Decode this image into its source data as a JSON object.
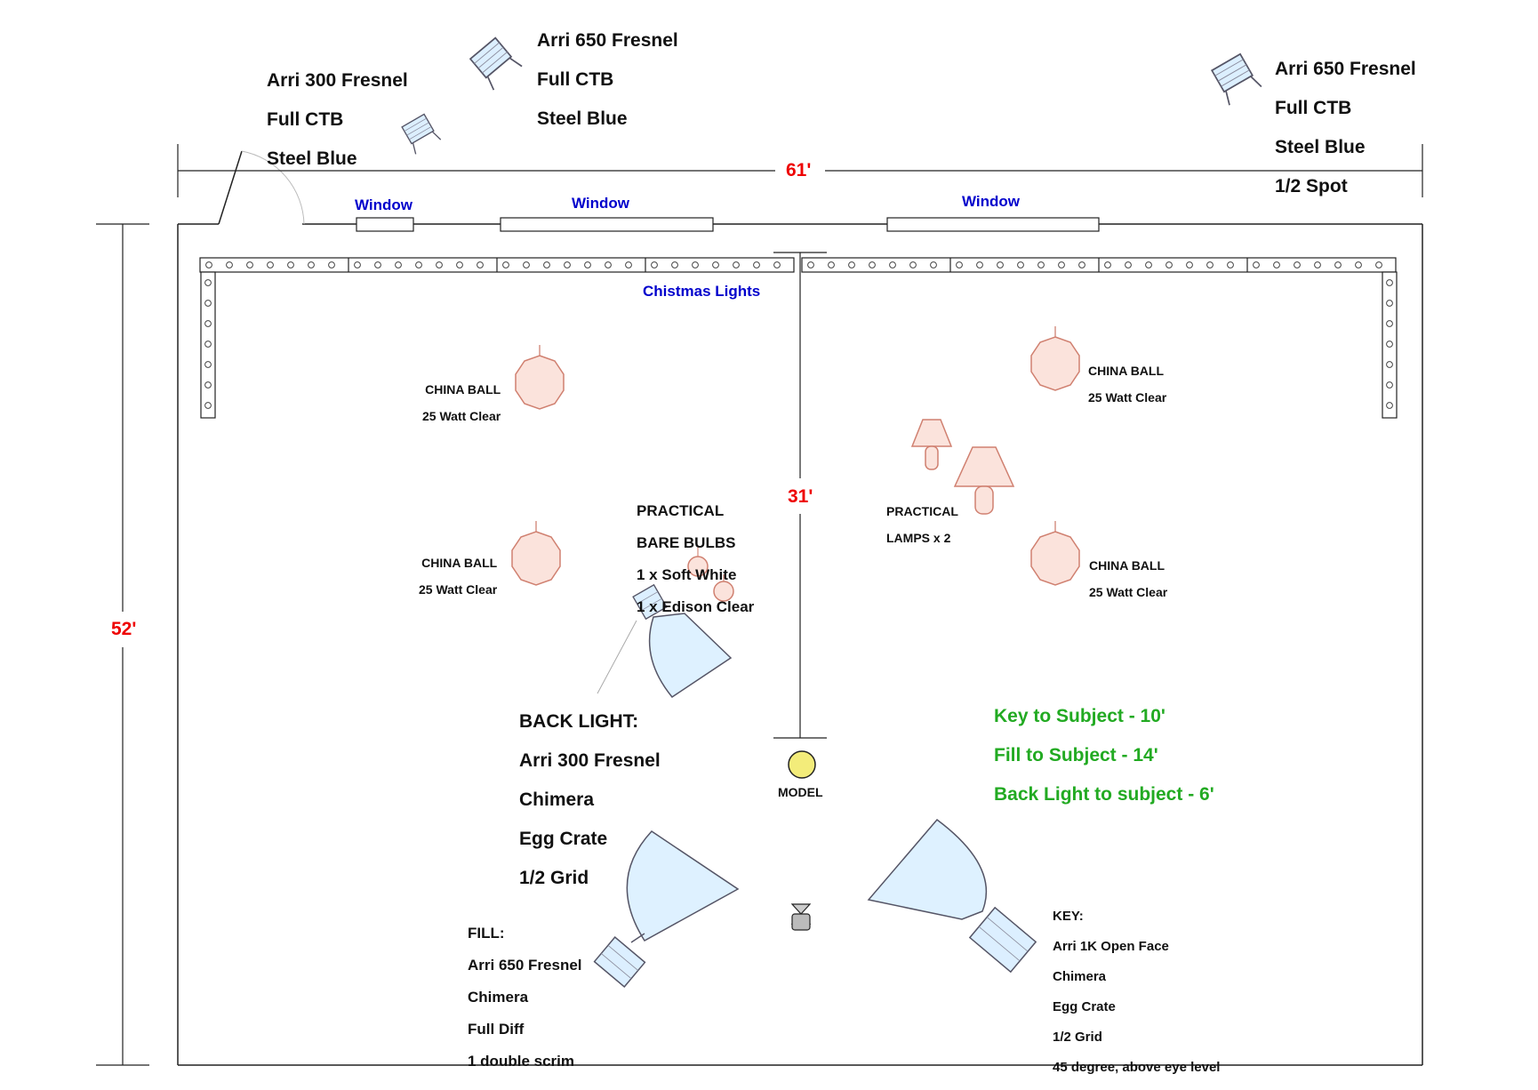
{
  "dimensions": {
    "width": "61'",
    "depth": "52'",
    "center": "31'"
  },
  "windows": [
    "Window",
    "Window",
    "Window"
  ],
  "christmas_lights": "Chistmas Lights",
  "lights": {
    "arri300_top": {
      "name": "Arri 300 Fresnel",
      "gel": "Full CTB",
      "note": "Steel Blue"
    },
    "arri650_top": {
      "name": "Arri 650 Fresnel",
      "gel": "Full CTB",
      "note": "Steel Blue"
    },
    "arri650_right": {
      "name": "Arri 650 Fresnel",
      "gel": "Full CTB",
      "note": "Steel Blue",
      "extra": "1/2 Spot"
    },
    "back_light": {
      "title": "BACK LIGHT:",
      "name": "Arri 300 Fresnel",
      "mod1": "Chimera",
      "mod2": "Egg Crate",
      "mod3": "1/2 Grid"
    },
    "fill": {
      "title": "FILL:",
      "name": "Arri 650 Fresnel",
      "mod1": "Chimera",
      "mod2": "Full Diff",
      "mod3": "1 double scrim"
    },
    "key": {
      "title": "KEY:",
      "name": "Arri 1K Open Face",
      "mod1": "Chimera",
      "mod2": "Egg Crate",
      "mod3": "1/2 Grid",
      "mod4": "45 degree, above eye level"
    }
  },
  "china_balls": [
    {
      "title": "CHINA BALL",
      "spec": "25 Watt Clear"
    },
    {
      "title": "CHINA BALL",
      "spec": "25 Watt Clear"
    },
    {
      "title": "CHINA BALL",
      "spec": "25 Watt Clear"
    },
    {
      "title": "CHINA BALL",
      "spec": "25 Watt Clear"
    }
  ],
  "practical_bulbs": {
    "line1": "PRACTICAL",
    "line2": "BARE BULBS",
    "line3": "1 x Soft White",
    "line4": "1 x Edison Clear"
  },
  "practical_lamps": {
    "line1": "PRACTICAL",
    "line2": "LAMPS x 2"
  },
  "model": "MODEL",
  "distances": [
    "Key to Subject - 10'",
    "Fill to Subject - 14'",
    "Back Light to subject - 6'"
  ]
}
